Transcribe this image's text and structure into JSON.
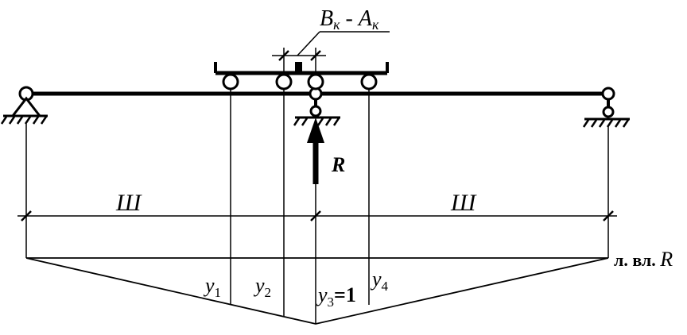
{
  "labels": {
    "dimension_top": {
      "main": "B",
      "sub1": "к",
      "dash": " - ",
      "main2": "A",
      "sub2": "к"
    },
    "force": "R",
    "span_left": "Ш",
    "span_right": "Ш",
    "line_label_prefix": "л. вл. ",
    "line_label_var": "R",
    "y1": {
      "main": "y",
      "sub": "1"
    },
    "y2": {
      "main": "y",
      "sub": "2"
    },
    "y3": {
      "main": "y",
      "sub": "3",
      "suffix": "=1"
    },
    "y4": {
      "main": "y",
      "sub": "4"
    }
  }
}
